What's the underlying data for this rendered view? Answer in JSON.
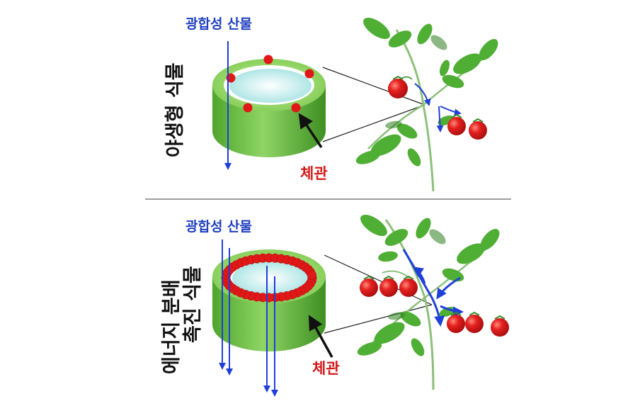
{
  "top_panel": {
    "side_label": "야생형 식물",
    "product_label": "광합성 산물",
    "phloem_label": "체관"
  },
  "bottom_panel": {
    "side_label_line1": "에너지 분배",
    "side_label_line2": "촉진 식물",
    "product_label": "광합성 산물",
    "phloem_label": "체관"
  },
  "colors": {
    "cylinder_green": "#5dbb3a",
    "lumen_cyan": "#d8f4f4",
    "phloem_red": "#e01818",
    "arrow_blue": "#1f3fd8",
    "tomato_red": "#d81a1a",
    "leaf_green": "#4fae34"
  }
}
